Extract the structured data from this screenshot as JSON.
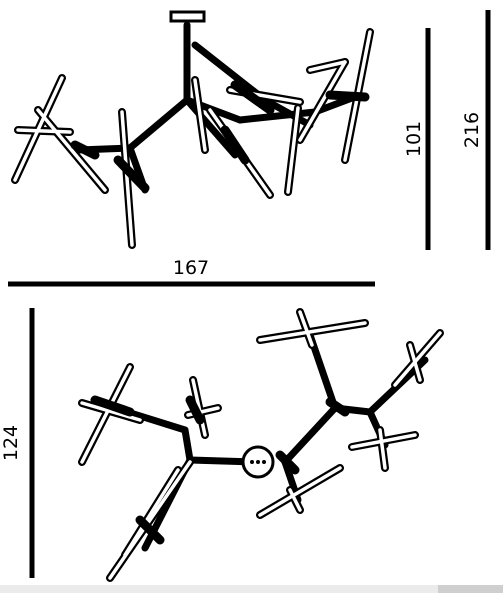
{
  "dimensions": {
    "width_label": "167",
    "top_height_label": "101",
    "overall_height_label": "216",
    "bottom_height_label": "124"
  },
  "icons": {
    "central_atom": "central-atom-circle-icon"
  },
  "colors": {
    "stroke": "#000000",
    "bond_fill": "#ffffff",
    "background": "#ffffff"
  }
}
